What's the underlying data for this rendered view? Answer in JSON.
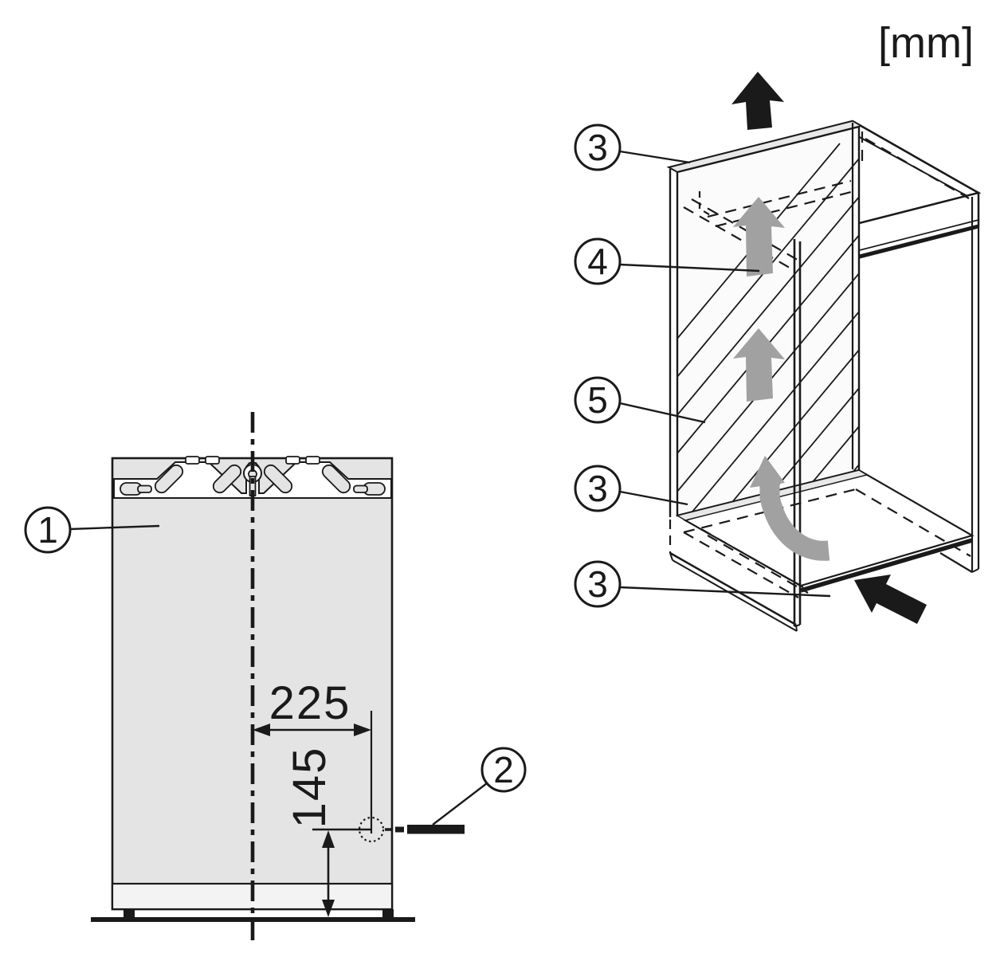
{
  "figure": {
    "unit_label": "[mm]",
    "colors": {
      "line": "#1a1a1a",
      "panel_fill": "#e4e4e4",
      "panel_base_fill": "#f3f3f3",
      "bracket_fill": "#ffffff",
      "wall_fill": "#fbfbfb",
      "edge_strip_fill": "#e8e8e8",
      "airflow_arrow_fill": "#a1a1a1"
    },
    "left_diagram": {
      "callout_1": "1",
      "callout_2": "2",
      "dim_horizontal": "225",
      "dim_vertical": "145"
    },
    "right_diagram": {
      "callout_3_top": "3",
      "callout_4": "4",
      "callout_5": "5",
      "callout_3_mid": "3",
      "callout_3_bottom": "3"
    }
  }
}
